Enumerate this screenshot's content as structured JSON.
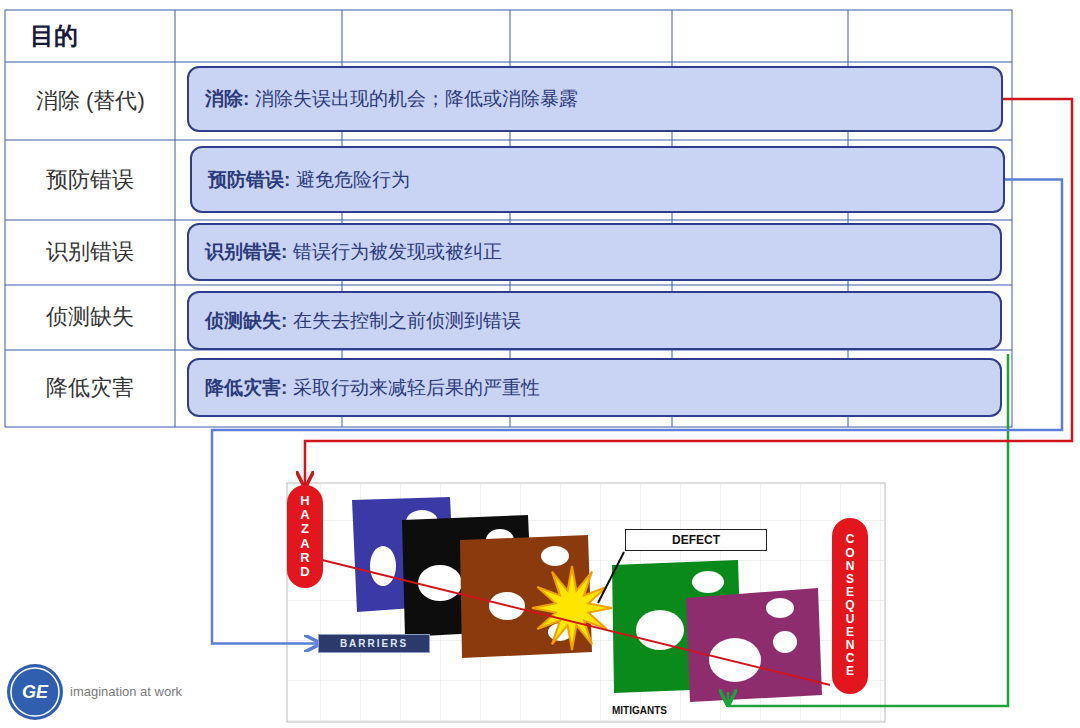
{
  "diagram": {
    "nodes": [
      {
        "text": [
          "消除:",
          "消除失误出现的机会；降低或消除暴露"
        ]
      },
      {
        "text": [
          "预防错误:",
          "避免危险行为"
        ]
      },
      {
        "text": [
          "识别错误:",
          "错误行为被发现或被纠正"
        ]
      },
      {
        "text": [
          "侦测缺失:",
          "在失去控制之前侦测到错误"
        ]
      },
      {
        "text": [
          "降低灾害:",
          "采取行动来减轻后果的严重性"
        ]
      },
      {
        "text": [
          "HAZARD"
        ]
      },
      {
        "text": [
          "BARRIERS"
        ]
      },
      {
        "text": [
          "DEFECT"
        ]
      },
      {
        "text": [
          "CONSEQUENCE"
        ]
      }
    ],
    "edges": [
      {
        "from": 0,
        "to": 5,
        "arrow": "to"
      },
      {
        "from": 1,
        "to": 6,
        "arrow": "to"
      }
    ],
    "labels": [
      "目的",
      "消除 (替代)",
      "预防错误",
      "识别错误",
      "侦测缺失",
      "降低灾害",
      "MITIGANTS",
      "GE",
      "imagination at work"
    ]
  }
}
